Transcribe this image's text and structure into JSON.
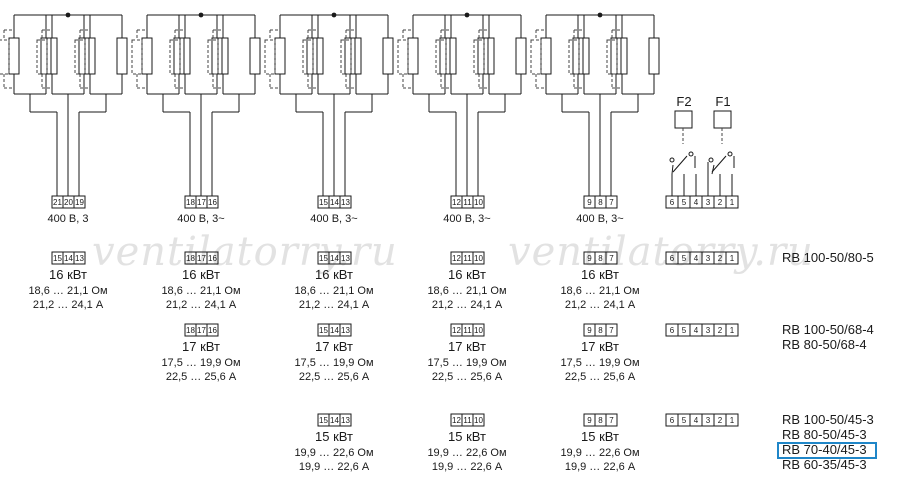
{
  "watermark": "ventilatorry.ru",
  "circuits": [
    {
      "terminals": [
        "21",
        "20",
        "19"
      ],
      "voltage": "400 В, 3"
    },
    {
      "terminals": [
        "18",
        "17",
        "16"
      ],
      "voltage": "400 В, 3~"
    },
    {
      "terminals": [
        "15",
        "14",
        "13"
      ],
      "voltage": "400 В, 3~"
    },
    {
      "terminals": [
        "12",
        "11",
        "10"
      ],
      "voltage": "400 В, 3~"
    },
    {
      "terminals": [
        "9",
        "8",
        "7"
      ],
      "voltage": "400 В, 3~"
    }
  ],
  "thermostat": {
    "labels": [
      "F2",
      "F1"
    ],
    "terminals": [
      "6",
      "5",
      "4",
      "3",
      "2",
      "1"
    ]
  },
  "groups": [
    {
      "model_lines": [
        "RB 100-50/80-5"
      ],
      "highlighted_line": -1,
      "cells": [
        {
          "terminals": [
            "15",
            "14",
            "13"
          ],
          "power": "16 кВт",
          "resistance": "18,6 … 21,1 Ом",
          "current": "21,2 … 24,1 А"
        },
        {
          "terminals": [
            "18",
            "17",
            "16"
          ],
          "power": "16 кВт",
          "resistance": "18,6 … 21,1 Ом",
          "current": "21,2 … 24,1 А"
        },
        {
          "terminals": [
            "15",
            "14",
            "13"
          ],
          "power": "16 кВт",
          "resistance": "18,6 … 21,1 Ом",
          "current": "21,2 … 24,1 А"
        },
        {
          "terminals": [
            "12",
            "11",
            "10"
          ],
          "power": "16 кВт",
          "resistance": "18,6 … 21,1 Ом",
          "current": "21,2 … 24,1 А"
        },
        {
          "terminals": [
            "9",
            "8",
            "7"
          ],
          "power": "16 кВт",
          "resistance": "18,6 … 21,1 Ом",
          "current": "21,2 … 24,1 А"
        }
      ],
      "thermostat_terminals": [
        "6",
        "5",
        "4",
        "3",
        "2",
        "1"
      ]
    },
    {
      "model_lines": [
        "RB 100-50/68-4",
        "RB 80-50/68-4"
      ],
      "highlighted_line": -1,
      "cells": [
        {
          "terminals": [
            "18",
            "17",
            "16"
          ],
          "power": "17 кВт",
          "resistance": "17,5 … 19,9 Ом",
          "current": "22,5 … 25,6 А"
        },
        {
          "terminals": [
            "15",
            "14",
            "13"
          ],
          "power": "17 кВт",
          "resistance": "17,5 … 19,9 Ом",
          "current": "22,5 … 25,6 А"
        },
        {
          "terminals": [
            "12",
            "11",
            "10"
          ],
          "power": "17 кВт",
          "resistance": "17,5 … 19,9 Ом",
          "current": "22,5 … 25,6 А"
        },
        {
          "terminals": [
            "9",
            "8",
            "7"
          ],
          "power": "17 кВт",
          "resistance": "17,5 … 19,9 Ом",
          "current": "22,5 … 25,6 А"
        }
      ],
      "thermostat_terminals": [
        "6",
        "5",
        "4",
        "3",
        "2",
        "1"
      ]
    },
    {
      "model_lines": [
        "RB 100-50/45-3",
        "RB 80-50/45-3",
        "RB 70-40/45-3",
        "RB 60-35/45-3"
      ],
      "highlighted_line": 2,
      "highlight_color": "#1f86c8",
      "cells": [
        {
          "terminals": [
            "15",
            "14",
            "13"
          ],
          "power": "15 кВт",
          "resistance": "19,9 … 22,6 Ом",
          "current": "19,9 … 22,6 А"
        },
        {
          "terminals": [
            "12",
            "11",
            "10"
          ],
          "power": "15 кВт",
          "resistance": "19,9 … 22,6 Ом",
          "current": "19,9 … 22,6 А"
        },
        {
          "terminals": [
            "9",
            "8",
            "7"
          ],
          "power": "15 кВт",
          "resistance": "19,9 … 22,6 Ом",
          "current": "19,9 … 22,6 А"
        }
      ],
      "thermostat_terminals": [
        "6",
        "5",
        "4",
        "3",
        "2",
        "1"
      ]
    }
  ]
}
